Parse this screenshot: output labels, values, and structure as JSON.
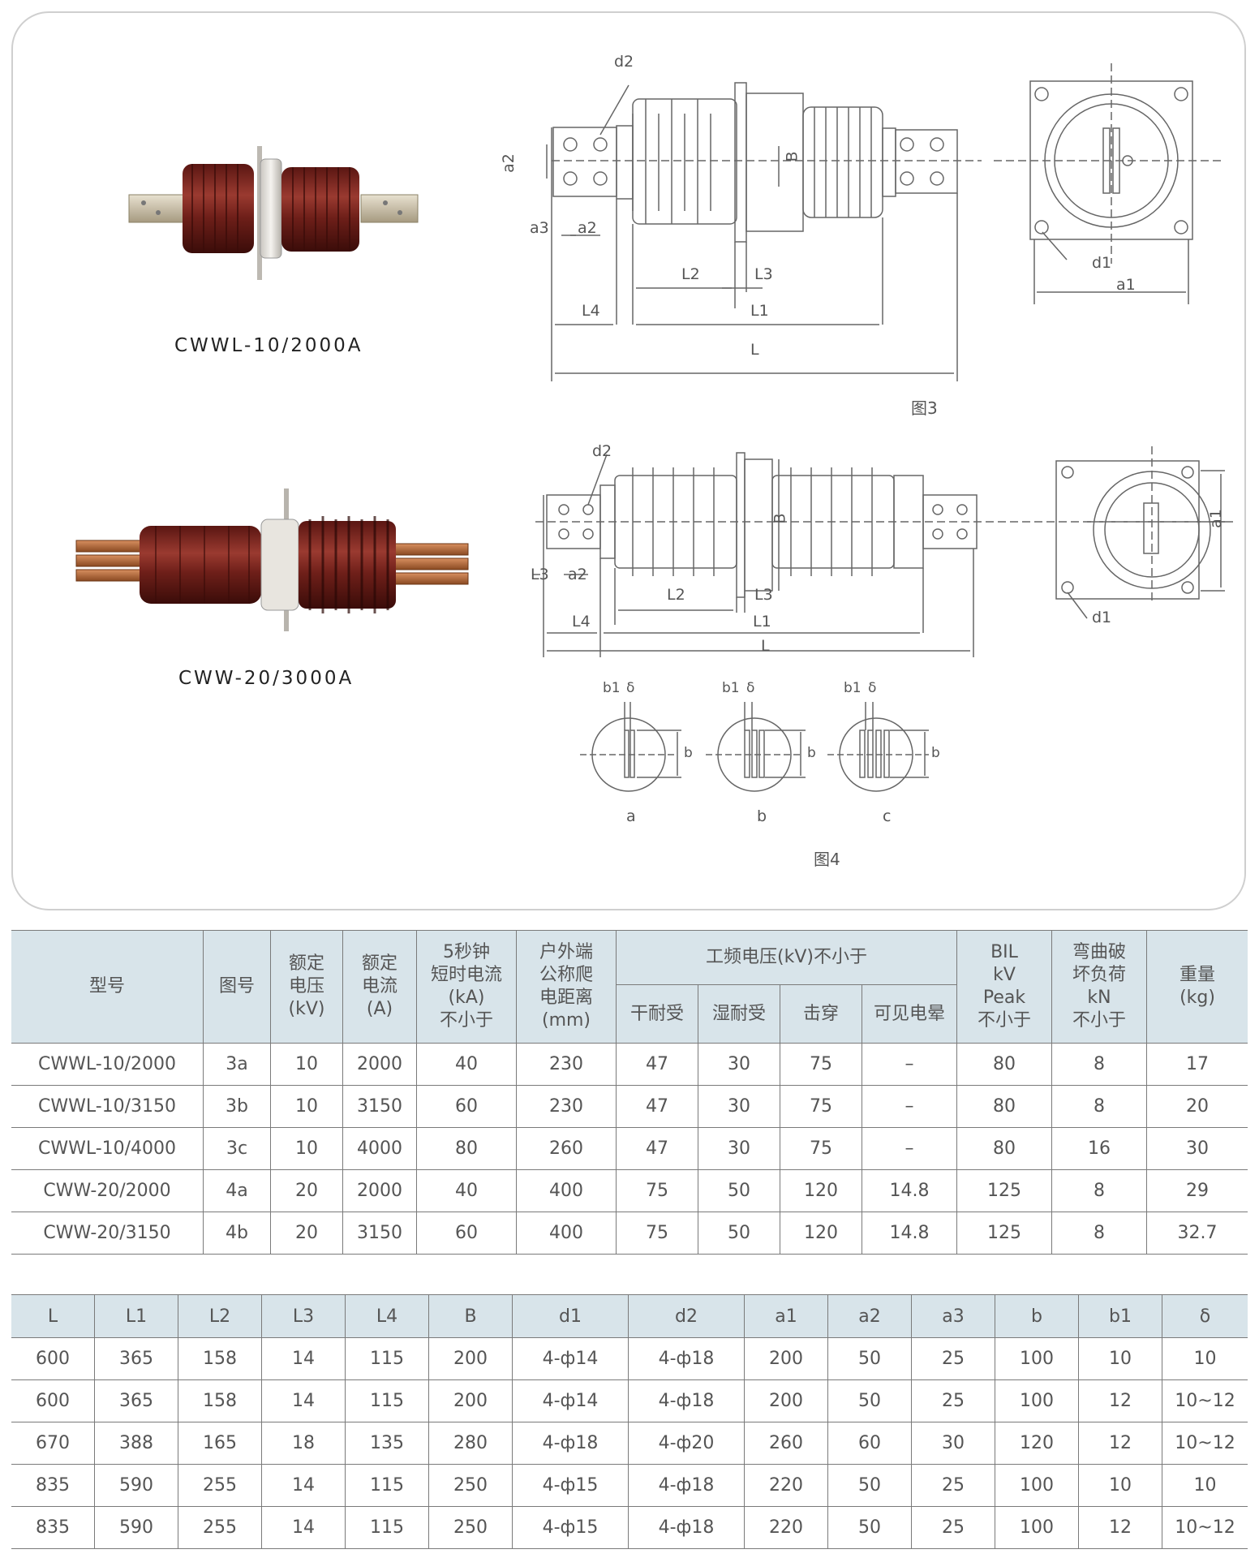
{
  "photos": [
    {
      "caption": "CWWL-10/2000A"
    },
    {
      "caption": "CWW-20/3000A"
    }
  ],
  "fig3": {
    "title": "图3",
    "labels": {
      "d2": "d2",
      "a2": "a2",
      "a3": "a3",
      "B": "B",
      "L2": "L2",
      "L3": "L3",
      "L4": "L4",
      "L1": "L1",
      "L": "L",
      "d1": "d1",
      "a1": "a1"
    }
  },
  "fig4": {
    "title": "图4",
    "labels": {
      "d2": "d2",
      "L3": "L3",
      "a2": "a2",
      "B": "B",
      "L2": "L2",
      "L4": "L4",
      "L1": "L1",
      "L": "L",
      "d1": "d1",
      "a1": "a1",
      "b1": "b1",
      "delta": "δ",
      "b": "b"
    },
    "variants": [
      "a",
      "b",
      "c"
    ]
  },
  "table1": {
    "headers": {
      "model": "型号",
      "fig": "图号",
      "voltage": "额定\n电压\n(kV)",
      "current": "额定\n电流\n(A)",
      "short": "5秒钟\n短时电流\n(kA)\n不小于",
      "creep": "户外端\n公称爬\n电距离\n(mm)",
      "pf_group": "工频电压(kV)不小于",
      "dry": "干耐受",
      "wet": "湿耐受",
      "breakdown": "击穿",
      "corona": "可见电晕",
      "bil": "BIL\nkV\nPeak\n不小于",
      "bend": "弯曲破\n坏负荷\nkN\n不小于",
      "weight": "重量\n(kg)"
    },
    "rows": [
      [
        "CWWL-10/2000",
        "3a",
        "10",
        "2000",
        "40",
        "230",
        "47",
        "30",
        "75",
        "–",
        "80",
        "8",
        "17"
      ],
      [
        "CWWL-10/3150",
        "3b",
        "10",
        "3150",
        "60",
        "230",
        "47",
        "30",
        "75",
        "–",
        "80",
        "8",
        "20"
      ],
      [
        "CWWL-10/4000",
        "3c",
        "10",
        "4000",
        "80",
        "260",
        "47",
        "30",
        "75",
        "–",
        "80",
        "16",
        "30"
      ],
      [
        "CWW-20/2000",
        "4a",
        "20",
        "2000",
        "40",
        "400",
        "75",
        "50",
        "120",
        "14.8",
        "125",
        "8",
        "29"
      ],
      [
        "CWW-20/3150",
        "4b",
        "20",
        "3150",
        "60",
        "400",
        "75",
        "50",
        "120",
        "14.8",
        "125",
        "8",
        "32.7"
      ]
    ]
  },
  "table2": {
    "headers": [
      "L",
      "L1",
      "L2",
      "L3",
      "L4",
      "B",
      "d1",
      "d2",
      "a1",
      "a2",
      "a3",
      "b",
      "b1",
      "δ"
    ],
    "rows": [
      [
        "600",
        "365",
        "158",
        "14",
        "115",
        "200",
        "4-ф14",
        "4-ф18",
        "200",
        "50",
        "25",
        "100",
        "10",
        "10"
      ],
      [
        "600",
        "365",
        "158",
        "14",
        "115",
        "200",
        "4-ф14",
        "4-ф18",
        "200",
        "50",
        "25",
        "100",
        "12",
        "10~12"
      ],
      [
        "670",
        "388",
        "165",
        "18",
        "135",
        "280",
        "4-ф18",
        "4-ф20",
        "260",
        "60",
        "30",
        "120",
        "12",
        "10~12"
      ],
      [
        "835",
        "590",
        "255",
        "14",
        "115",
        "250",
        "4-ф15",
        "4-ф18",
        "220",
        "50",
        "25",
        "100",
        "10",
        "10"
      ],
      [
        "835",
        "590",
        "255",
        "14",
        "115",
        "250",
        "4-ф15",
        "4-ф18",
        "220",
        "50",
        "25",
        "100",
        "12",
        "10~12"
      ]
    ]
  }
}
